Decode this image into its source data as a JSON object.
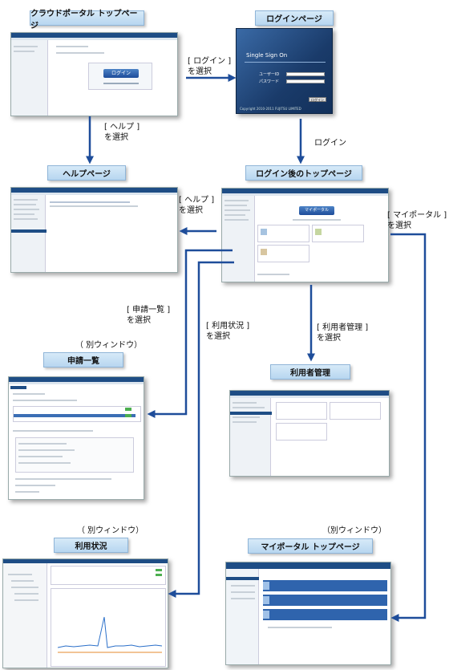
{
  "titles": {
    "cloud_portal_top": "クラウドポータル トップページ",
    "login_page": "ログインページ",
    "help_page": "ヘルプページ",
    "top_after_login": "ログイン後のトップページ",
    "application_list": "申請一覧",
    "user_management": "利用者管理",
    "usage_status": "利用状況",
    "my_portal_top": "マイポータル トップページ"
  },
  "labels": {
    "select_login": [
      "[ ログイン ]",
      "を選択"
    ],
    "select_help_1": [
      "[ ヘルプ ]",
      "を選択"
    ],
    "login": "ログイン",
    "select_help_2": [
      "[ ヘルプ ]",
      "を選択"
    ],
    "select_my_portal": [
      "[ マイポータル ]",
      "を選択"
    ],
    "select_application_list": [
      "[ 申請一覧 ]",
      "を選択"
    ],
    "select_usage_status": [
      "[ 利用状況 ]",
      "を選択"
    ],
    "select_user_management": [
      "[ 利用者管理 ]",
      "を選択"
    ],
    "separate_window_1": "（ 別ウィンドウ）",
    "separate_window_2": "（ 別ウィンドウ）",
    "separate_window_3": "（別ウィンドウ）"
  },
  "screens": {
    "cloud_portal_login_button": "ログイン",
    "sso_title": "Single Sign On",
    "sso_user_id": "ユーザーID",
    "sso_password": "パスワード",
    "sso_login_button": "ログイン",
    "sso_copyright": "Copyright 2010-2011 FUJITSU LIMITED",
    "my_portal_button": "マイポータル"
  },
  "colors": {
    "title_box": "#b7d6f0",
    "arrow": "#1e4d9a",
    "header_bar": "#1e4d85"
  }
}
